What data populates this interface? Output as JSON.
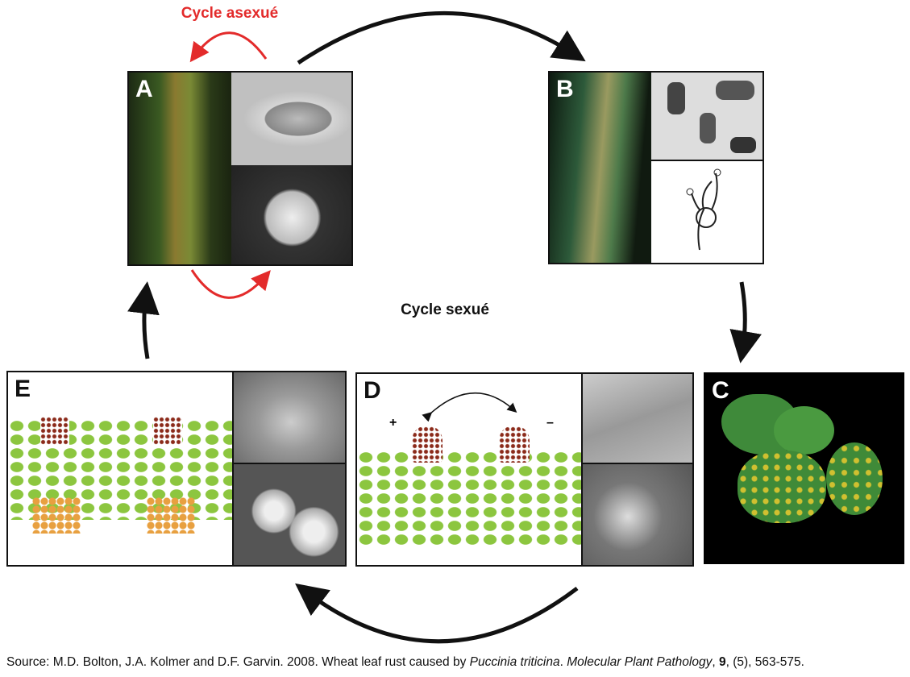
{
  "labels": {
    "asexual_cycle": "Cycle asexué",
    "sexual_cycle": "Cycle sexué"
  },
  "panels": {
    "a": "A",
    "b": "B",
    "c": "C",
    "d": "D",
    "e": "E"
  },
  "panel_d_signs": {
    "plus": "+",
    "minus": "–"
  },
  "source": {
    "prefix": "Source: M.D. Bolton, J.A. Kolmer and D.F. Garvin. 2008. Wheat leaf rust caused by ",
    "species": "Puccinia triticina",
    "sep": ". ",
    "journal": "Molecular Plant Pathology",
    "comma": ", ",
    "volume": "9",
    "rest": ", (5), 563-575."
  },
  "colors": {
    "asexual": "#e32b2b",
    "arrow": "#111111",
    "cell_green": "#8cc63f",
    "spore_orange": "#e8a040",
    "spore_brown": "#8b2a1a"
  }
}
